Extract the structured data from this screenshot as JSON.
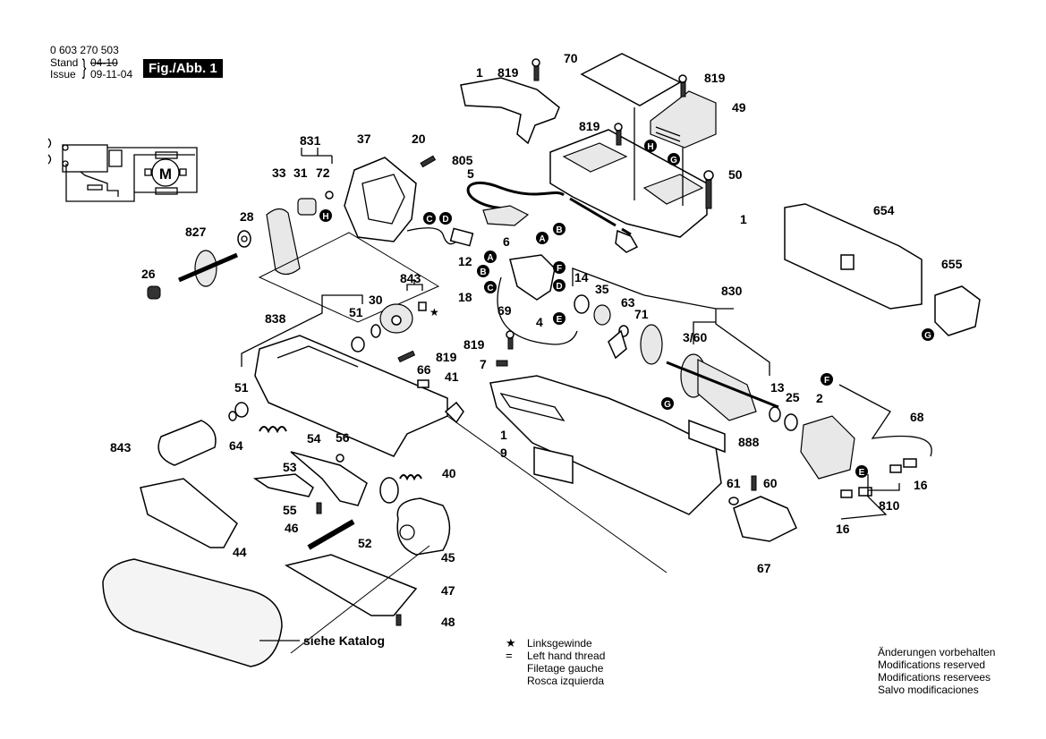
{
  "header": {
    "part_number": "0 603 270 503",
    "stand_label": "Stand",
    "issue_label": "Issue",
    "stand_value": "04-10",
    "issue_value": "09-11-04",
    "figure_badge": "Fig./Abb. 1"
  },
  "schematic": {
    "motor_symbol": "M"
  },
  "part_labels": {
    "p1_top": "1",
    "p819_a": "819",
    "p70": "70",
    "p819_b": "819",
    "p49": "49",
    "p819_c": "819",
    "p50": "50",
    "p1_right": "1",
    "p805": "805",
    "p5": "5",
    "p6": "6",
    "p12": "12",
    "p831": "831",
    "p37": "37",
    "p20": "20",
    "p33": "33",
    "p31": "31",
    "p72": "72",
    "p28": "28",
    "p827": "827",
    "p26": "26",
    "p654": "654",
    "p655": "655",
    "p843_a": "843",
    "p30": "30",
    "p838": "838",
    "p51_a": "51",
    "p819_d": "819",
    "p66": "66",
    "p41": "41",
    "p51_b": "51",
    "p843_b": "843",
    "p64": "64",
    "p54": "54",
    "p56": "56",
    "p53": "53",
    "p40": "40",
    "p55": "55",
    "p46": "46",
    "p52": "52",
    "p45": "45",
    "p44": "44",
    "p47": "47",
    "p48": "48",
    "p18": "18",
    "p4": "4",
    "p69": "69",
    "p14": "14",
    "p35": "35",
    "p63": "63",
    "p71": "71",
    "p830": "830",
    "p360": "3/60",
    "p819_e": "819",
    "p7": "7",
    "p1_housing": "1",
    "p9": "9",
    "p13": "13",
    "p25": "25",
    "p2": "2",
    "p68": "68",
    "p888": "888",
    "p61": "61",
    "p60": "60",
    "p67": "67",
    "p16_a": "16",
    "p810": "810",
    "p16_b": "16"
  },
  "connector_refs": {
    "H_top": "H",
    "G_top": "G",
    "H_left": "H",
    "C_a": "C",
    "D_a": "D",
    "B_a": "B",
    "A_a": "A",
    "A_b": "A",
    "B_b": "B",
    "C_b": "C",
    "F_a": "F",
    "D_b": "D",
    "E_a": "E",
    "G_mid": "G",
    "G_right": "G",
    "F_b": "F",
    "E_b": "E"
  },
  "belt_reference": "siehe Katalog",
  "legend": {
    "star_symbol": "★ =",
    "lines": [
      "Linksgewinde",
      "Left hand thread",
      "Filetage gauche",
      "Rosca izquierda"
    ]
  },
  "modifications_notice": [
    "Änderungen vorbehalten",
    "Modifications reserved",
    "Modifications reservees",
    "Salvo modificaciones"
  ]
}
